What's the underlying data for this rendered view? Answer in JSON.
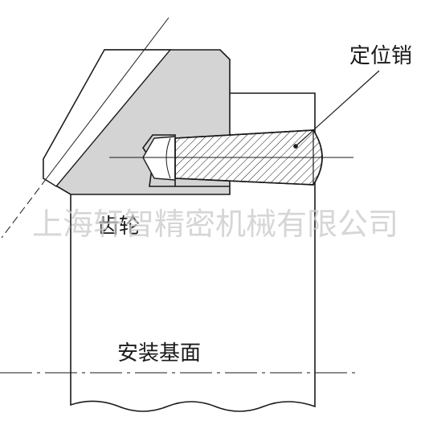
{
  "labels": {
    "pin": "定位销",
    "gear": "齿轮",
    "mount": "安装基面"
  },
  "watermark": "上海轩智精密机械有限公司",
  "colors": {
    "stroke": "#1a1a1a",
    "gear_fill": "#d4d4d4",
    "pin_fill": "#ffffff",
    "watermark": "#c9c9c9",
    "background": "#ffffff"
  }
}
